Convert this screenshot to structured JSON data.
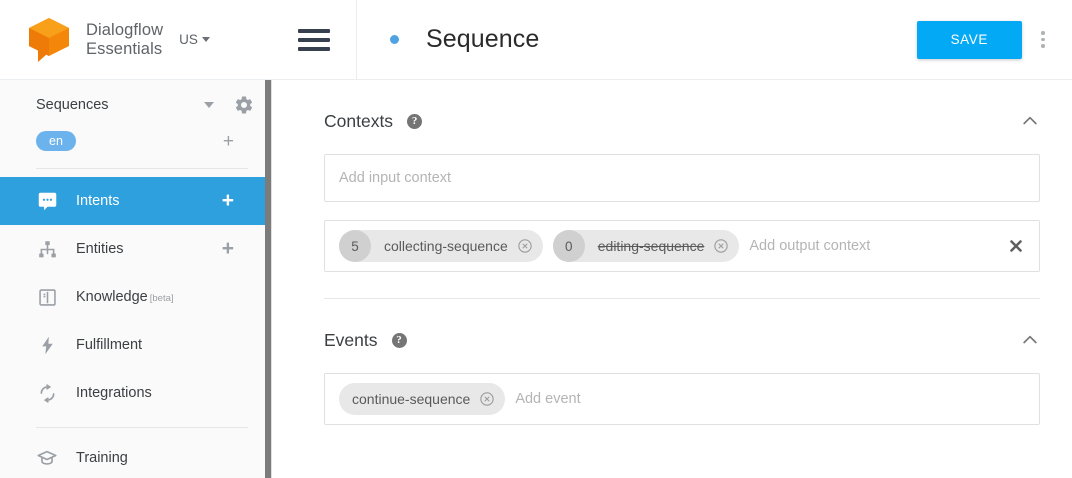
{
  "brand": {
    "logo_icon": "dialogflow-cube-icon",
    "name_line1": "Dialogflow",
    "name_line2": "Essentials",
    "region_label": "US",
    "region_caret_icon": "caret-down-icon",
    "logo_color": "#f4860a"
  },
  "sidebar": {
    "agent": {
      "name": "Sequences",
      "caret_icon": "caret-down-icon",
      "settings_icon": "gear-icon"
    },
    "language": {
      "code": "en",
      "add_icon": "plus-icon",
      "pill_color": "#6cb3ee"
    },
    "items": [
      {
        "label": "Intents",
        "icon": "chat-bubble-icon",
        "active": true,
        "add_icon": "plus-icon",
        "badge": ""
      },
      {
        "label": "Entities",
        "icon": "hierarchy-icon",
        "active": false,
        "add_icon": "plus-icon",
        "badge": ""
      },
      {
        "label": "Knowledge",
        "icon": "book-icon",
        "active": false,
        "add_icon": "",
        "badge": "[beta]"
      },
      {
        "label": "Fulfillment",
        "icon": "lightning-bolt-icon",
        "active": false,
        "add_icon": "",
        "badge": ""
      },
      {
        "label": "Integrations",
        "icon": "refresh-arrows-icon",
        "active": false,
        "add_icon": "",
        "badge": ""
      },
      {
        "label": "Training",
        "icon": "graduation-cap-icon",
        "active": false,
        "add_icon": "",
        "badge": ""
      }
    ],
    "active_color": "#2fa0de"
  },
  "topbar": {
    "menu_icon": "hamburger-menu-icon",
    "status_dot_color": "#4fa3e3",
    "title": "Sequence",
    "save_label": "SAVE",
    "save_color": "#03a9f4",
    "more_icon": "kebab-menu-icon"
  },
  "contexts": {
    "title": "Contexts",
    "help_icon": "help-circle-icon",
    "collapse_icon": "chevron-up-icon",
    "input_placeholder": "Add input context",
    "output_placeholder": "Add output context",
    "clear_icon": "clear-x-icon",
    "output_chips": [
      {
        "lifespan": "5",
        "name": "collecting-sequence",
        "expired": false,
        "remove_icon": "remove-circle-icon"
      },
      {
        "lifespan": "0",
        "name": "editing-sequence",
        "expired": true,
        "remove_icon": "remove-circle-icon"
      }
    ]
  },
  "events": {
    "title": "Events",
    "help_icon": "help-circle-icon",
    "collapse_icon": "chevron-up-icon",
    "placeholder": "Add event",
    "chips": [
      {
        "name": "continue-sequence",
        "remove_icon": "remove-circle-icon"
      }
    ]
  }
}
